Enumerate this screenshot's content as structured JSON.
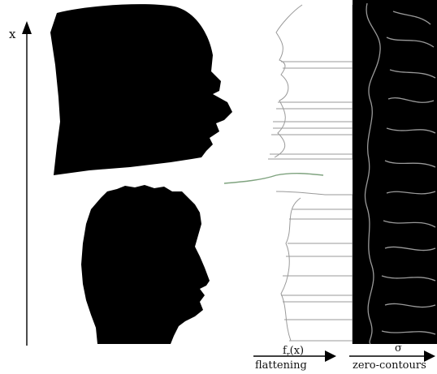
{
  "labels": {
    "x_axis": "x",
    "f_symbol": "f",
    "f_subscript": "r",
    "f_suffix": "(x)",
    "sigma": "σ",
    "flattening": "flattening",
    "zero_contours": "zero-contours"
  },
  "colors": {
    "silhouette": "#000000",
    "contour_line": "#9a9a9a",
    "green_line": "#7fa37f",
    "background": "#ffffff"
  }
}
